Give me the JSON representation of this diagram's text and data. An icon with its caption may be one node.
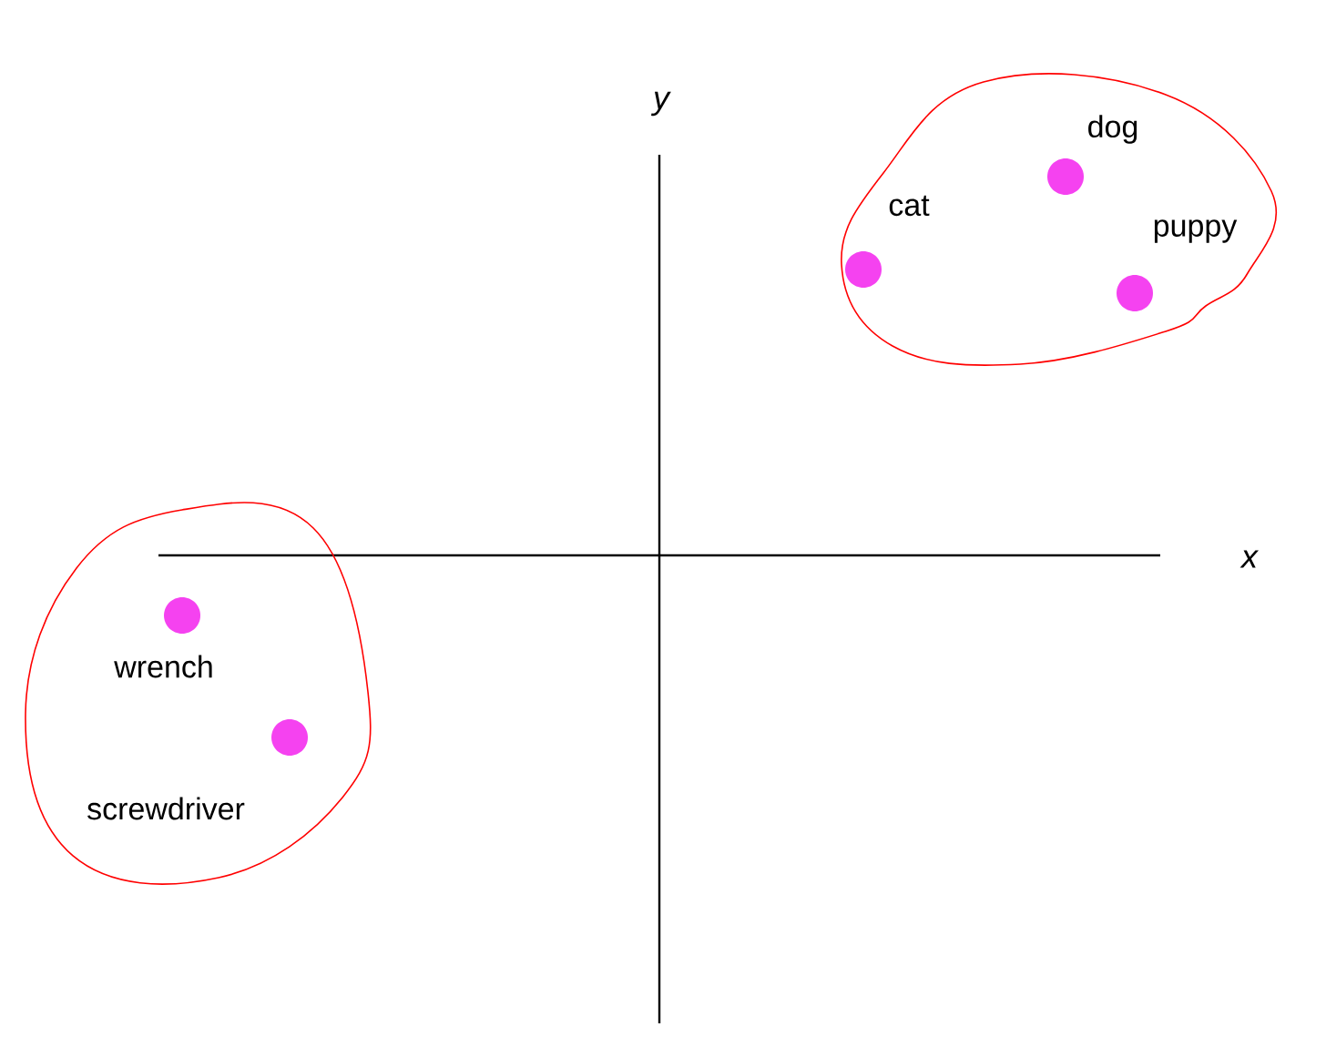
{
  "diagram": {
    "nodes": [
      {
        "text": [],
        "shape": "circle"
      },
      {
        "text": [
          "dog"
        ],
        "in": 0
      },
      {
        "text": [
          "cat"
        ],
        "in": 0
      },
      {
        "text": [
          "puppy"
        ],
        "in": 0
      },
      {
        "text": [],
        "shape": "circle"
      },
      {
        "text": [
          "wrench"
        ],
        "in": 4
      },
      {
        "text": [
          "screwdriver"
        ],
        "in": 4
      }
    ],
    "edges": [],
    "labels": [
      "y",
      "x"
    ]
  }
}
